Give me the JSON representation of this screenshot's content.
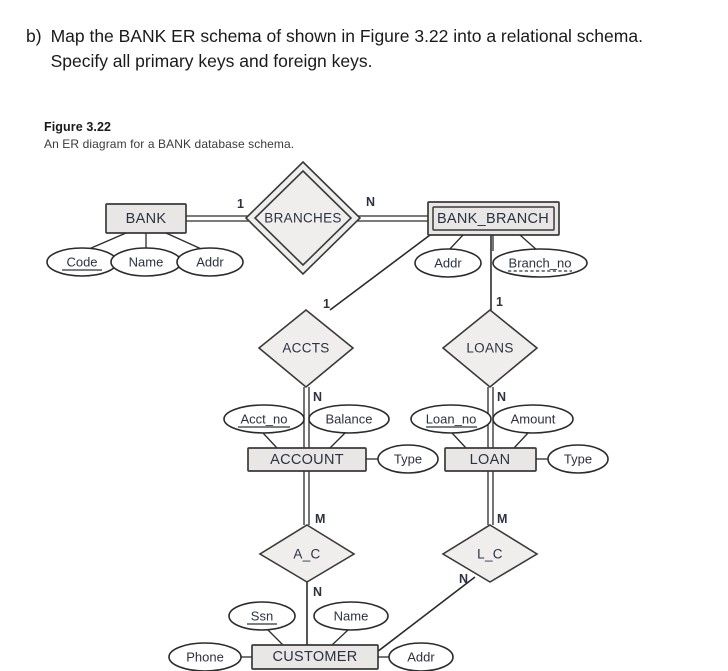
{
  "question": {
    "marker": "b)",
    "text": "Map the BANK ER schema of shown in Figure 3.22 into a relational schema. Specify all primary keys and foreign keys."
  },
  "figure": {
    "number": "Figure 3.22",
    "caption": "An ER diagram for a BANK database schema."
  },
  "diagram": {
    "entities": {
      "bank": "BANK",
      "bank_branch": "BANK_BRANCH",
      "account": "ACCOUNT",
      "loan": "LOAN",
      "customer": "CUSTOMER"
    },
    "relationships": {
      "branches": "BRANCHES",
      "accts": "ACCTS",
      "loans": "LOANS",
      "a_c": "A_C",
      "l_c": "L_C"
    },
    "attributes": {
      "bank_code": "Code",
      "bank_name": "Name",
      "bank_addr": "Addr",
      "bb_addr": "Addr",
      "bb_branch_no": "Branch_no",
      "acct_no": "Acct_no",
      "balance": "Balance",
      "acct_type": "Type",
      "loan_no": "Loan_no",
      "amount": "Amount",
      "loan_type": "Type",
      "cust_ssn": "Ssn",
      "cust_name": "Name",
      "cust_phone": "Phone",
      "cust_addr": "Addr"
    },
    "cardinalities": {
      "bank_branches": "1",
      "branches_bb": "N",
      "bb_accts": "1",
      "accts_account": "N",
      "bb_loans": "1",
      "loans_loan": "N",
      "account_ac": "M",
      "ac_customer": "N",
      "loan_lc": "M",
      "lc_customer": "N"
    }
  },
  "colors": {
    "entity_fill": "#e8e7e5",
    "diamond_fill": "#efeeec",
    "attribute_fill": "#ffffff",
    "stroke": "#2b2b2b",
    "label_text": "#2d3142",
    "background": "#ffffff"
  }
}
